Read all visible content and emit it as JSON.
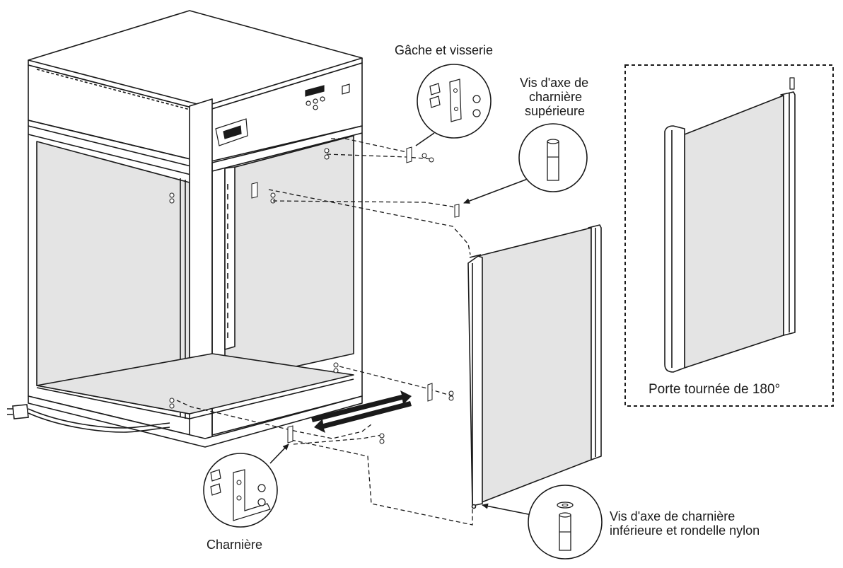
{
  "labels": {
    "strike_hardware": "Gâche et visserie",
    "top_pin_1": "Vis d'axe de",
    "top_pin_2": "charnière",
    "top_pin_3": "supérieure",
    "bottom_pin_1": "Vis d'axe de charnière",
    "bottom_pin_2": "inférieure et rondelle nylon",
    "hinge": "Charnière",
    "door_rotated": "Porte tournée de  180°"
  },
  "colors": {
    "line": "#1a1a1a",
    "glass": "#e4e4e4",
    "panel": "#f7f7f7",
    "frame": "#ffffff"
  }
}
